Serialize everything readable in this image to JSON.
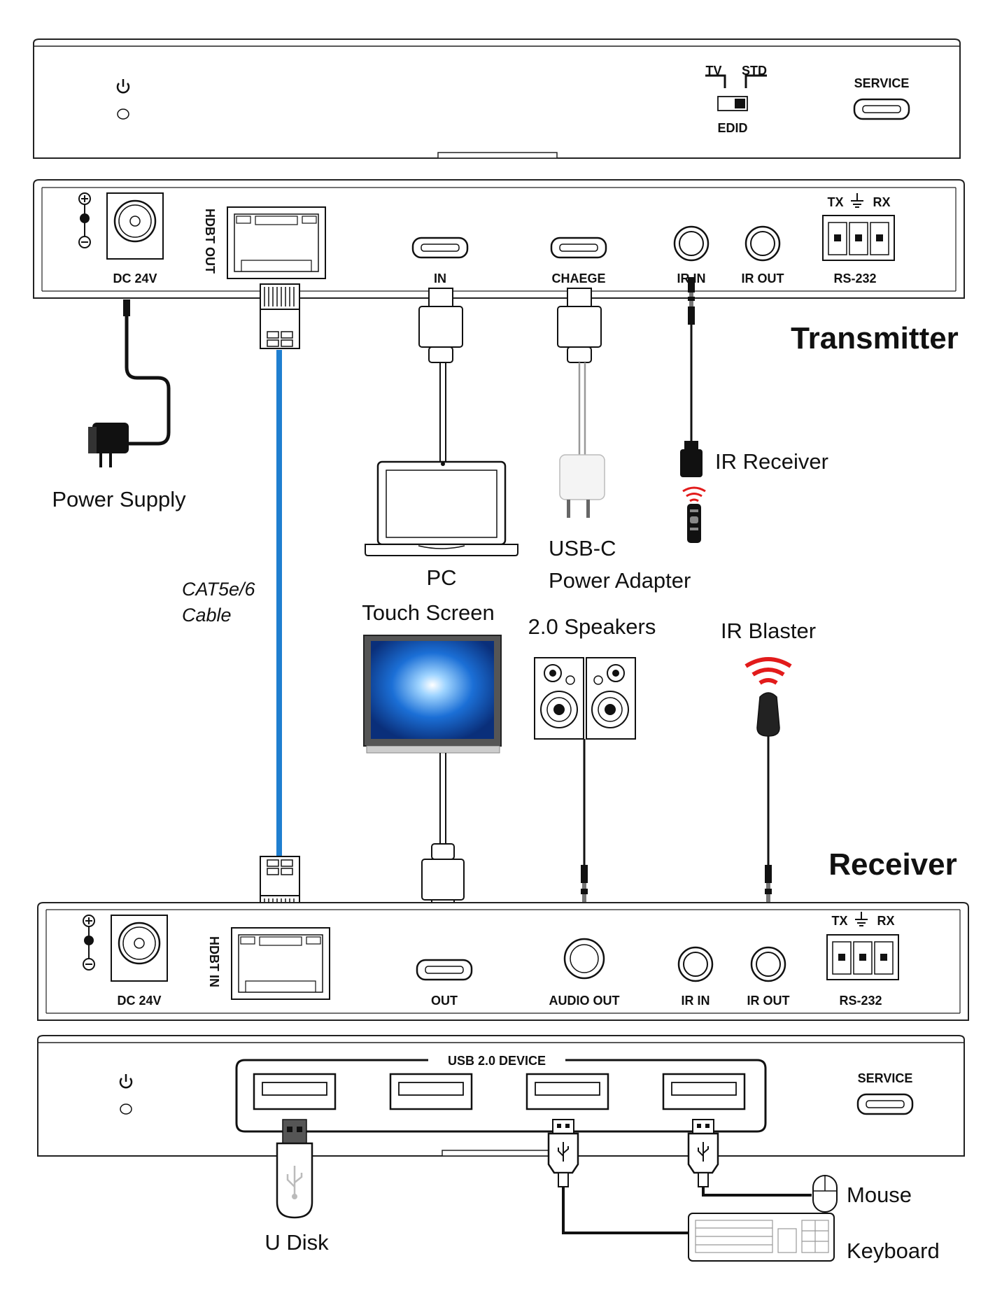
{
  "labels": {
    "transmitter": "Transmitter",
    "receiver": "Receiver",
    "tx_front": {
      "edid_tv": "TV",
      "edid_std": "STD",
      "edid": "EDID",
      "service": "SERVICE"
    },
    "tx_rear": {
      "dc": "DC 24V",
      "hdbt": "HDBT OUT",
      "usb_in": "IN",
      "charge": "CHAEGE",
      "ir_in": "IR IN",
      "ir_out": "IR OUT",
      "rs232": "RS-232",
      "tx": "TX",
      "rx": "RX"
    },
    "rx_rear": {
      "dc": "DC 24V",
      "hdbt": "HDBT IN",
      "usb_out": "OUT",
      "audio_out": "AUDIO OUT",
      "ir_in": "IR IN",
      "ir_out": "IR OUT",
      "rs232": "RS-232",
      "tx": "TX",
      "rx": "RX"
    },
    "rx_front": {
      "usb_device": "USB 2.0 DEVICE",
      "service": "SERVICE"
    },
    "devices": {
      "power_supply": "Power Supply",
      "cable_line1": "CAT5e/6",
      "cable_line2": "Cable",
      "pc": "PC",
      "adapter_line1": "USB-C",
      "adapter_line2": "Power Adapter",
      "ir_receiver": "IR Receiver",
      "touch_screen": "Touch Screen",
      "speakers": "2.0 Speakers",
      "ir_blaster": "IR Blaster",
      "u_disk": "U Disk",
      "mouse": "Mouse",
      "keyboard": "Keyboard"
    }
  },
  "colors": {
    "line": "#222222",
    "cat_cable": "#1f7fd0",
    "ir_red": "#e21b1b",
    "screen_blue": "#1b6fd6"
  }
}
